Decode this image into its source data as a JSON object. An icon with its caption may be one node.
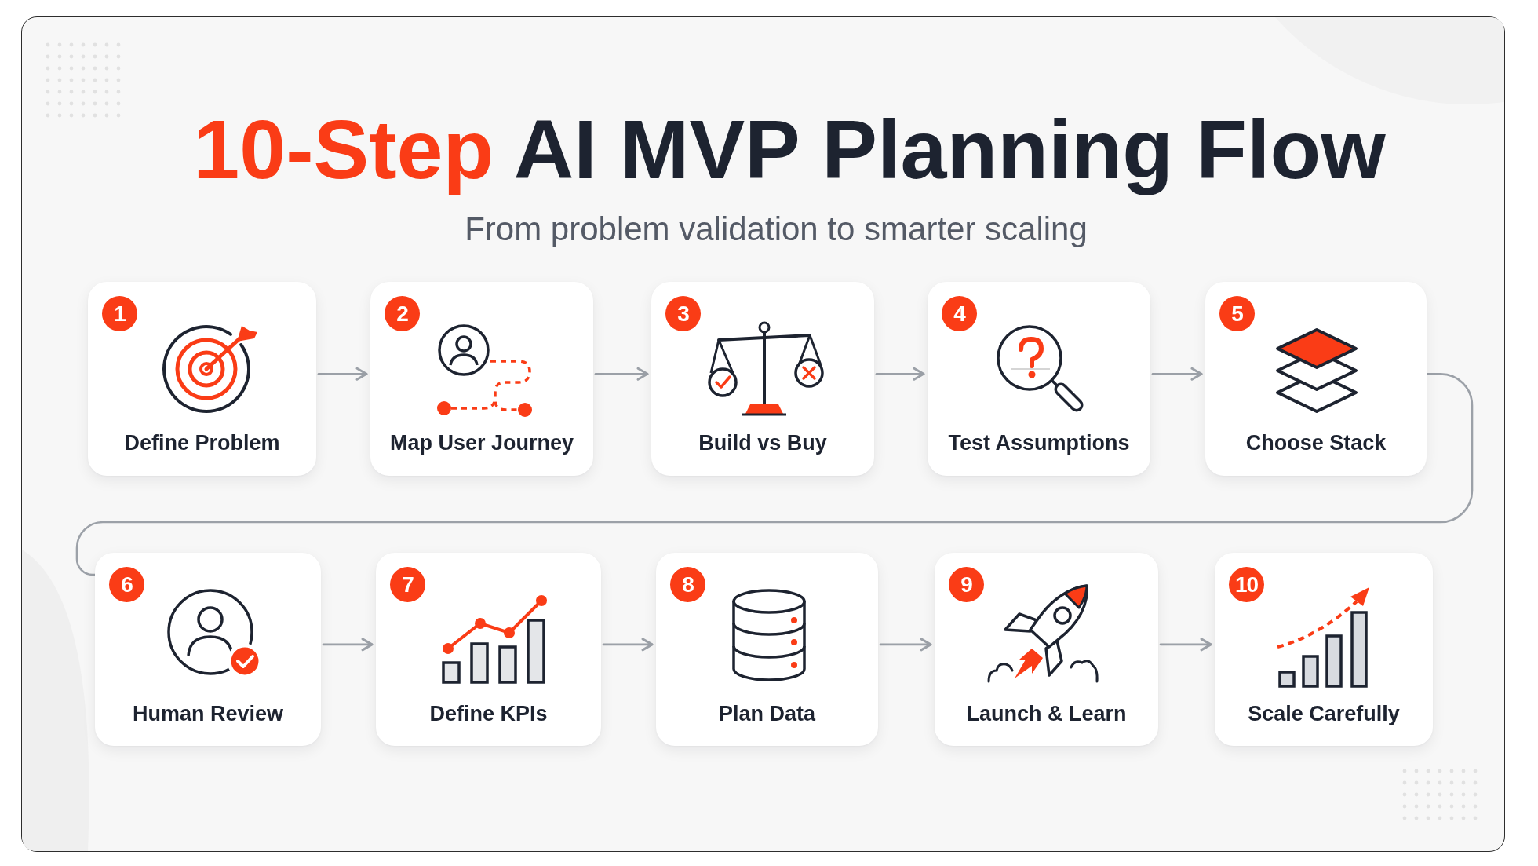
{
  "diagram": {
    "title": "10-Step AI MVP Planning Flow",
    "nodes": [
      {
        "text": [
          "1",
          "Define Problem"
        ]
      },
      {
        "text": [
          "2",
          "Map User Journey"
        ]
      },
      {
        "text": [
          "3",
          "Build vs Buy"
        ]
      },
      {
        "text": [
          "4",
          "Test Assumptions"
        ]
      },
      {
        "text": [
          "5",
          "Choose Stack"
        ]
      },
      {
        "text": [
          "6",
          "Human Review"
        ]
      },
      {
        "text": [
          "7",
          "Define KPIs"
        ]
      },
      {
        "text": [
          "8",
          "Plan Data"
        ]
      },
      {
        "text": [
          "9",
          "Launch & Learn"
        ]
      },
      {
        "text": [
          "10",
          "Scale Carefully"
        ]
      }
    ],
    "edges": [
      {
        "from": 0,
        "to": 1,
        "arrow": "to"
      },
      {
        "from": 1,
        "to": 2,
        "arrow": "to"
      },
      {
        "from": 2,
        "to": 3,
        "arrow": "to"
      },
      {
        "from": 3,
        "to": 4,
        "arrow": "to"
      },
      {
        "from": 4,
        "to": 5,
        "arrow": "none"
      },
      {
        "from": 5,
        "to": 6,
        "arrow": "to"
      },
      {
        "from": 6,
        "to": 7,
        "arrow": "to"
      },
      {
        "from": 7,
        "to": 8,
        "arrow": "to"
      },
      {
        "from": 8,
        "to": 9,
        "arrow": "to"
      }
    ],
    "labels": [
      "From problem validation to smarter scaling"
    ]
  }
}
